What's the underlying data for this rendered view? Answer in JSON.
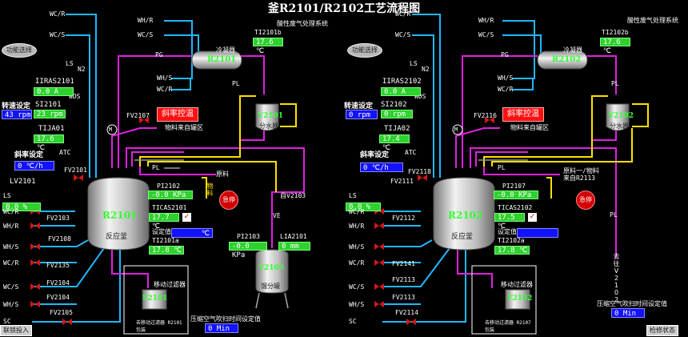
{
  "title": "釜R2101/R2102工艺流程图",
  "left": {
    "func_btn": "功能选择",
    "wc_r": "WC/R",
    "wc_s": "WC/S",
    "wh_r": "WH/R",
    "wh_s": "WH/S",
    "ls": "LS",
    "n2": "N2",
    "wds": "WDS",
    "pg": "PG",
    "pl": "PL",
    "sc": "SC",
    "ve": "VE",
    "m": "M",
    "iiras_tag": "IIRAS2101",
    "iiras_val": "0.0  A",
    "speed_label": "转速设定",
    "si_tag": "SI2101",
    "speed_set": "43  rpm",
    "speed_val": "23  rpm",
    "tija_tag": "TIJA01",
    "tija_val": "17.6 ℃",
    "slope_label": "斜率设定",
    "slope_val": "0  ℃/h",
    "atc": "ATC",
    "fv2101": "FV2101",
    "fv2107": "FV2107",
    "slope_ctrl": "斜率控温",
    "material_from": "物料来自罐区",
    "raw": "原料",
    "ti2101b_tag": "TI2101b",
    "ti2101b_val": "17.6 ℃",
    "exhaust": "酸性废气处理系统",
    "condenser_tag": "R2101",
    "condenser_name": "冷凝器",
    "sep_name": "分水器",
    "sep_tag": "V2101",
    "lv2101": "LV2101",
    "lv2101_val": "0.0  %",
    "fv2103": "FV2103",
    "fv2108": "FV2108",
    "fv2135": "FV2135",
    "fv2104": "FV2104",
    "fv2104b": "FV2104",
    "fv2105": "FV2105",
    "reactor_tag": "R2101",
    "reactor_name": "反应釜",
    "pi2102_tag": "PI2102",
    "pi2102_val": "-0.0 KPa",
    "ticas_tag": "TICAS2101",
    "ticas_val": "17.7 ℃",
    "setval_label": "设定值",
    "setval": "℃",
    "ti2101a_tag": "TI2101a",
    "ti2101a_val": "17.8 ℃",
    "stop_btn": "急停",
    "material_v": "物料",
    "from_v2103": "自V2103",
    "pi2103_tag": "PI2103",
    "pi2103_val": "-0.0 KPa",
    "lia_tag": "LIA2101",
    "lia_val": "0  mm",
    "tank_tag": "V2103",
    "tank_name": "馏分罐",
    "filter_name": "移动过滤器",
    "filter_tag": "F2101",
    "filter_sub": "去移动过滤器 R2101包装",
    "air_label": "压缩空气吹扫时间设定值",
    "air_val": "0  Min",
    "bottom_btn": "联锁投入"
  },
  "right": {
    "func_btn": "功能选择",
    "wc_r": "WC/R",
    "wc_s": "WC/S",
    "wh_r": "WH/R",
    "wh_s": "WH/S",
    "ls": "LS",
    "n2": "N2",
    "wds": "WDS",
    "pg": "PG",
    "pl": "PL",
    "sc": "SC",
    "m": "M",
    "iiras_tag": "IIRAS2102",
    "iiras_val": "0.0  A",
    "speed_label": "转速设定",
    "si_tag": "SI2102",
    "speed_set": "0  rpm",
    "speed_val": "0  rpm",
    "tija_tag": "TIJA02",
    "tija_val": "17.4 ℃",
    "slope_label": "斜率设定",
    "slope_val": "0  ℃/h",
    "atc": "ATC",
    "fv2116": "FV2116",
    "fv2118": "FV2118",
    "slope_ctrl": "斜率控温",
    "material_from": "物料来自罐区",
    "raw": "原料一/物料",
    "raw2": "来自R2113",
    "ti2102b_tag": "TI2102b",
    "ti2102b_val": "17.6 ℃",
    "exhaust": "酸性废气处理系统",
    "condenser_tag": "R2102",
    "condenser_name": "冷凝器",
    "sep_name": "分水器",
    "sep_tag": "V2102",
    "fv2111": "FV2111",
    "fv2112": "FV2112",
    "lv_val": "0.0  %",
    "fv2141": "FV2141",
    "fv2113": "FV2113",
    "fv2113b": "FV2113",
    "fv2114": "FV2114",
    "reactor_tag": "R2102",
    "reactor_name": "反应釜",
    "pi2107_tag": "PI2107",
    "pi2107_val": "-0.0 KPa",
    "ticas_tag": "TICAS2102",
    "ticas_val": "17.5 ℃",
    "setval_label": "设定值",
    "ti2102a_tag": "TI2102a",
    "ti2102a_val": "17.8 ℃",
    "stop_btn": "急停",
    "to_v2102": "去往V2102",
    "filter_name": "移动过滤器",
    "filter_tag": "F2102",
    "filter_sub": "去移动过滤器 R2107包装",
    "air_label": "压缩空气吹扫时间设定值",
    "air_val": "0  Min",
    "bottom_btn": "检修状态"
  },
  "colors": {
    "green_box": "#2ed12e",
    "blue_box": "#1212ff",
    "red_btn": "#ff1010",
    "pipe_cyan": "#1fb8ff",
    "pipe_magenta": "#e020e0",
    "pipe_yellow": "#ffe000"
  }
}
